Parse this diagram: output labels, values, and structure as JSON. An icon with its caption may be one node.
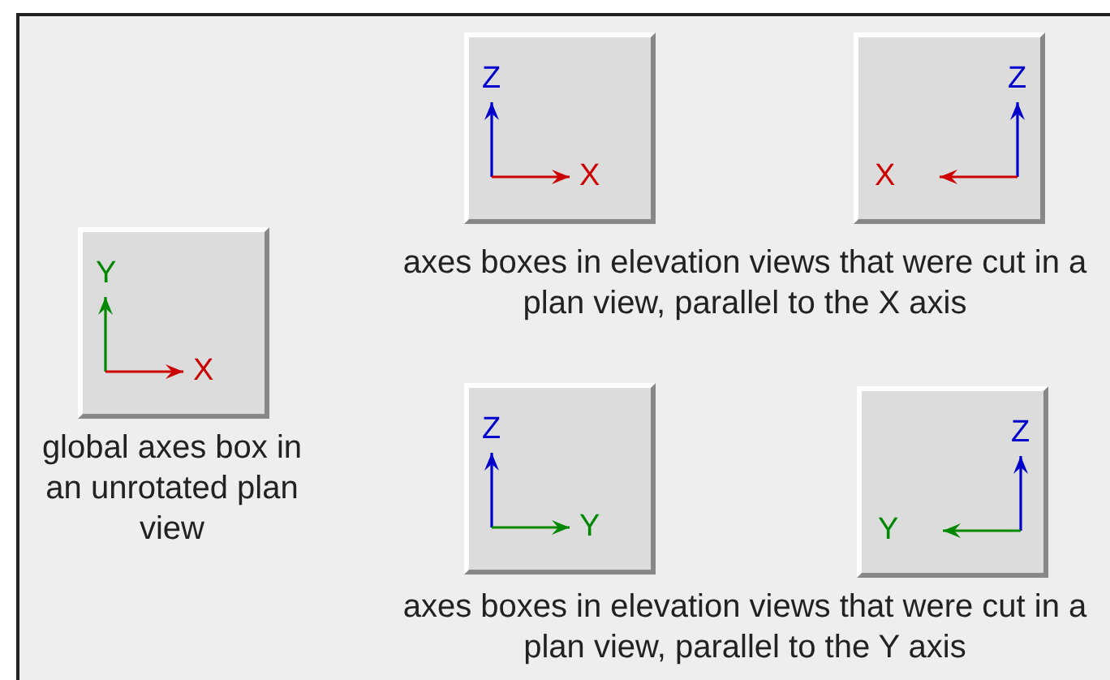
{
  "diagram": {
    "nodes": [
      {
        "text": [
          "Z",
          "X"
        ]
      },
      {
        "text": [
          "Z",
          "X"
        ]
      },
      {
        "text": [
          "Y",
          "X"
        ],
        "beside": [
          "global axes box in an unrotated plan view"
        ]
      },
      {
        "text": [
          "Z",
          "Y"
        ]
      },
      {
        "text": [
          "Z",
          "Y"
        ]
      }
    ],
    "labels": [
      "axes boxes in elevation views that were cut in a plan view, parallel to the X axis",
      "axes boxes in elevation views that were cut in a plan view, parallel to the Y axis"
    ]
  }
}
